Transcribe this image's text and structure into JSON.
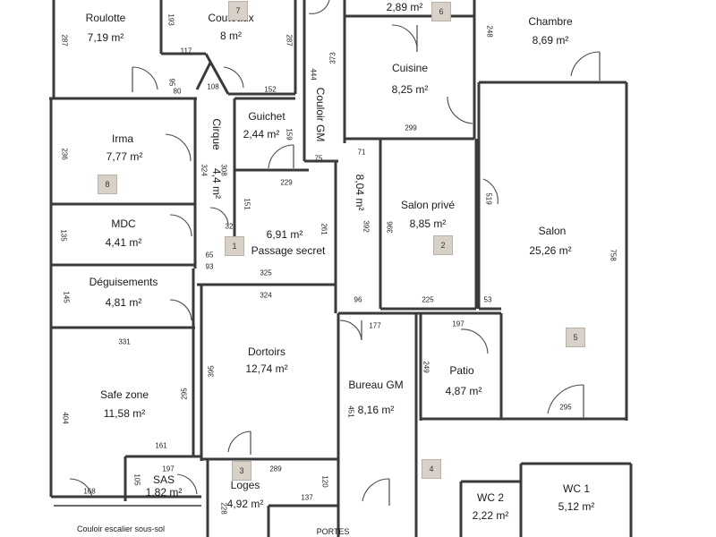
{
  "rooms": {
    "roulotte": {
      "name": "Roulotte",
      "area": "7,19 m²"
    },
    "couteaux": {
      "name": "Couteaux",
      "area": "8 m²"
    },
    "r6": {
      "area": "2,89 m²"
    },
    "chambre": {
      "name": "Chambre",
      "area": "8,69 m²"
    },
    "cuisine": {
      "name": "Cuisine",
      "area": "8,25 m²"
    },
    "guichet": {
      "name": "Guichet",
      "area": "2,44 m²"
    },
    "irma": {
      "name": "Irma",
      "area": "7,77 m²"
    },
    "cirque": {
      "name": "Cirque",
      "area": "4,4 m²"
    },
    "passage": {
      "name": "Passage secret",
      "area": "6,91 m²"
    },
    "couloir_gm": {
      "name": "Couloir GM",
      "area": "8,04 m²"
    },
    "salon_prive": {
      "name": "Salon privé",
      "area": "8,85 m²"
    },
    "salon": {
      "name": "Salon",
      "area": "25,26 m²"
    },
    "mdc": {
      "name": "MDC",
      "area": "4,41 m²"
    },
    "deguisements": {
      "name": "Déguisements",
      "area": "4,81 m²"
    },
    "dortoirs": {
      "name": "Dortoirs",
      "area": "12,74 m²"
    },
    "bureau_gm": {
      "name": "Bureau GM",
      "area": "8,16 m²"
    },
    "patio": {
      "name": "Patio",
      "area": "4,87 m²"
    },
    "safe_zone": {
      "name": "Safe zone",
      "area": "11,58 m²"
    },
    "sas": {
      "name": "SAS",
      "area": "1,82 m²"
    },
    "loges": {
      "name": "Loges",
      "area": "4,92 m²"
    },
    "wc2": {
      "name": "WC 2",
      "area": "2,22 m²"
    },
    "wc1": {
      "name": "WC 1",
      "area": "5,12 m²"
    },
    "couloir_escalier": {
      "name": "Couloir escalier sous-sol"
    },
    "portes": {
      "name": "PORTES"
    }
  },
  "tags": [
    "7",
    "6",
    "8",
    "1",
    "2",
    "5",
    "3",
    "4"
  ],
  "dimensions": {
    "d287a": "287",
    "d193": "193",
    "d287b": "287",
    "d117": "117",
    "d373": "373",
    "d248": "248",
    "d95": "95",
    "d80": "80",
    "d108": "108",
    "d152": "152",
    "d444": "444",
    "d299": "299",
    "d236": "236",
    "d159": "159",
    "d71": "71",
    "d75": "75",
    "d324a": "324",
    "d308": "308",
    "d229": "229",
    "d519": "519",
    "d151": "151",
    "d392": "392",
    "d396": "396",
    "d758": "758",
    "d135": "135",
    "d32": "32",
    "d261": "261",
    "d65": "65",
    "d93": "93",
    "d325": "325",
    "d145": "145",
    "d324b": "324",
    "d96": "96",
    "d225": "225",
    "d53": "53",
    "d177": "177",
    "d197a": "197",
    "d331": "331",
    "d395": "395",
    "d249": "249",
    "d295a": "295",
    "d295b": "295",
    "d451": "451",
    "d404": "404",
    "d161": "161",
    "d168": "168",
    "d197b": "197",
    "d105": "105",
    "d289": "289",
    "d120": "120",
    "d137": "137",
    "d228": "228"
  }
}
